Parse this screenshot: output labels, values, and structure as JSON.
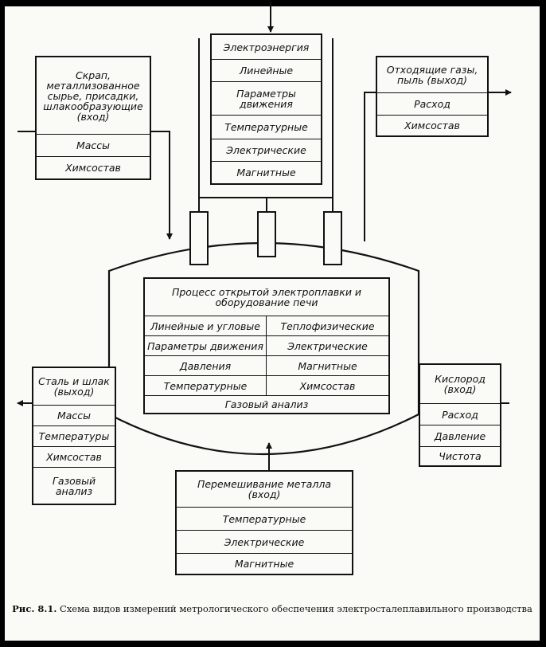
{
  "power": {
    "title": "Электроэнергия",
    "items": [
      "Линейные",
      "Параметры движения",
      "Температурные",
      "Электрические",
      "Магнитные"
    ]
  },
  "scrap": {
    "title": "Скрап, металлизованное сырье, присадки, шлакообразующие (вход)",
    "items": [
      "Массы",
      "Химсостав"
    ]
  },
  "gases": {
    "title": "Отходящие газы, пыль (выход)",
    "items": [
      "Расход",
      "Химсостав"
    ]
  },
  "process": {
    "title": "Процесс открытой электроплавки и оборудование печи",
    "pairs": [
      [
        "Линейные и угловые",
        "Теплофизические"
      ],
      [
        "Параметры движения",
        "Электрические"
      ],
      [
        "Давления",
        "Магнитные"
      ],
      [
        "Температурные",
        "Химсостав"
      ]
    ],
    "bottom": "Газовый анализ"
  },
  "steel": {
    "title": "Сталь и шлак (выход)",
    "items": [
      "Массы",
      "Температуры",
      "Химсостав",
      "Газовый анализ"
    ]
  },
  "oxygen": {
    "title": "Кислород (вход)",
    "items": [
      "Расход",
      "Давление",
      "Чистота"
    ]
  },
  "mixing": {
    "title": "Перемешивание металла (вход)",
    "items": [
      "Температурные",
      "Электрические",
      "Магнитные"
    ]
  },
  "caption": {
    "label": "Рис. 8.1.",
    "text": "Схема видов измерений метрологического обеспечения электросталеплавильного производства"
  }
}
